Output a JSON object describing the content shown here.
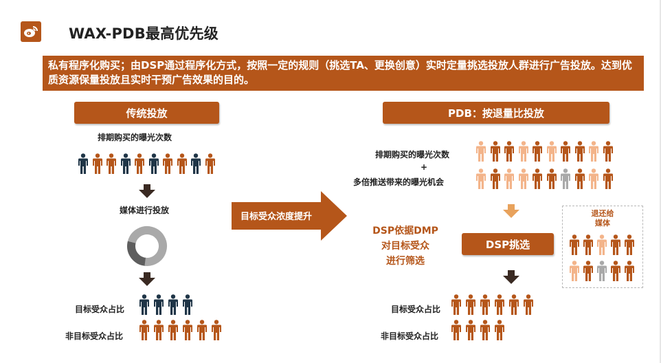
{
  "header": {
    "title": "WAX-PDB最高优先级",
    "logo_icon": "weibo-logo-icon"
  },
  "intro": "私有程序化购买；由DSP通过程序化方式，按照一定的规则（挑选TA、更换创意）实时定量挑选投放人群进行广告投放。达到优质资源保量投放且实时干预广告效果的目的。",
  "left": {
    "heading": "传统投放",
    "label_top": "排期购买的曝光次数",
    "top_people": [
      "navy",
      "orange",
      "orange",
      "navy",
      "orange",
      "navy",
      "orange",
      "orange",
      "navy",
      "orange"
    ],
    "label_mid": "媒体进行投放",
    "target_label": "目标受众占比",
    "target_people": [
      "navy",
      "navy",
      "navy",
      "navy"
    ],
    "nontarget_label": "非目标受众占比",
    "nontarget_people": [
      "orange",
      "orange",
      "orange",
      "orange",
      "orange",
      "orange"
    ]
  },
  "center": {
    "arrow_label": "目标受众浓度提升"
  },
  "right": {
    "heading": "PDB：按退量比投放",
    "label_top_line1": "排期购买的曝光次数",
    "label_top_plus": "+",
    "label_top_line2": "多倍推送带来的曝光机会",
    "grid_row1": [
      "peach",
      "orange",
      "orange",
      "peach",
      "orange",
      "peach",
      "orange",
      "orange",
      "peach",
      "orange"
    ],
    "grid_row2": [
      "peach",
      "orange",
      "peach",
      "peach",
      "orange",
      "orange",
      "gray",
      "orange",
      "peach",
      "orange"
    ],
    "dsp_text_line1": "DSP依据DMP",
    "dsp_text_line2": "对目标受众",
    "dsp_text_line3": "进行筛选",
    "dsp_button": "DSP挑选",
    "return_label_line1": "退还给",
    "return_label_line2": "媒体",
    "return_row1": [
      "orange",
      "orange",
      "peach",
      "orange",
      "orange"
    ],
    "return_row2": [
      "peach",
      "orange",
      "gray",
      "orange",
      "orange"
    ],
    "target_label": "目标受众占比",
    "target_people": [
      "orange",
      "orange",
      "orange",
      "orange",
      "orange",
      "orange"
    ],
    "nontarget_label": "非目标受众占比",
    "nontarget_people": [
      "orange",
      "orange",
      "orange",
      "orange"
    ]
  },
  "colors": {
    "brand": "#b5561a",
    "navy": "#1f3547",
    "orange": "#b5561a",
    "peach": "#f3b48a",
    "gray": "#a9a9a9",
    "dark_arrow": "#3a2a22",
    "light_arrow": "#e8a25c"
  }
}
